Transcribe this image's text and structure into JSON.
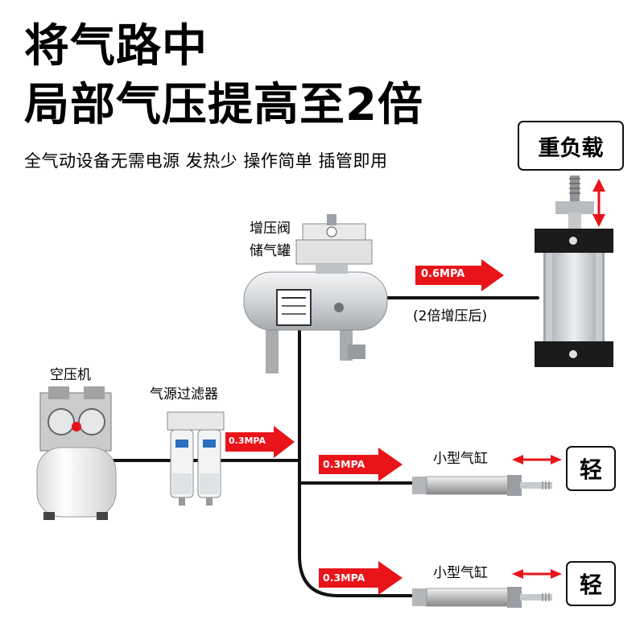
{
  "headline": {
    "line1": "将气路中",
    "line2": "局部气压提高至2倍",
    "subtitle": "全气动设备无需电源 发热少 操作简单 插管即用"
  },
  "badges": {
    "heavy": "重负载",
    "light_top": "轻",
    "light_bottom": "轻"
  },
  "components": {
    "booster_line1": "增压阀",
    "booster_line2": "储气罐",
    "compressor": "空压机",
    "filter": "气源过滤器",
    "cylinder_top": "小型气缸",
    "cylinder_bottom": "小型气缸"
  },
  "pressures": {
    "boosted": "0.6MPA",
    "boosted_note": "(2倍增压后)",
    "filter_out": "0.3MPA",
    "branch_top": "0.3MPA",
    "branch_bottom": "0.3MPA"
  },
  "colors": {
    "arrow_red": "#e8141a",
    "pipe": "#111111",
    "text": "#000000"
  }
}
